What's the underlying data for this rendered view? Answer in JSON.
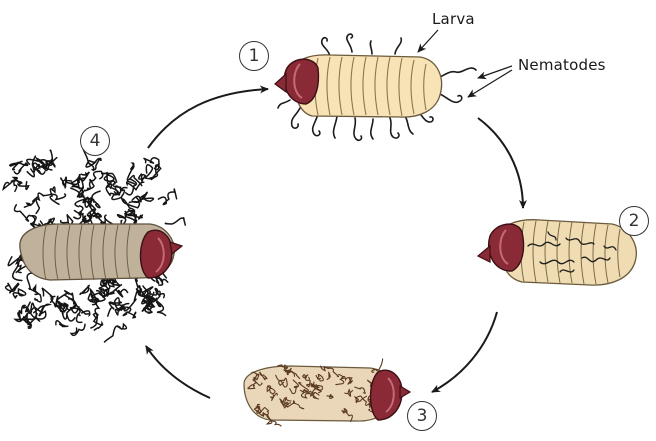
{
  "labels": {
    "larva": "Larva",
    "nematodes": "Nematodes"
  },
  "stages": [
    {
      "number": "1"
    },
    {
      "number": "2"
    },
    {
      "number": "3"
    },
    {
      "number": "4"
    }
  ],
  "colors": {
    "larva_body": "#f7e3b5",
    "larva_outline": "#6b5a3c",
    "head_capsule": "#8a2a36",
    "head_outline": "#3b1014",
    "infected_body": "#ead6b8",
    "dead_larva_body": "#bfb19a",
    "nematode": "#1c1c1c",
    "arrow": "#1a1a1a"
  }
}
